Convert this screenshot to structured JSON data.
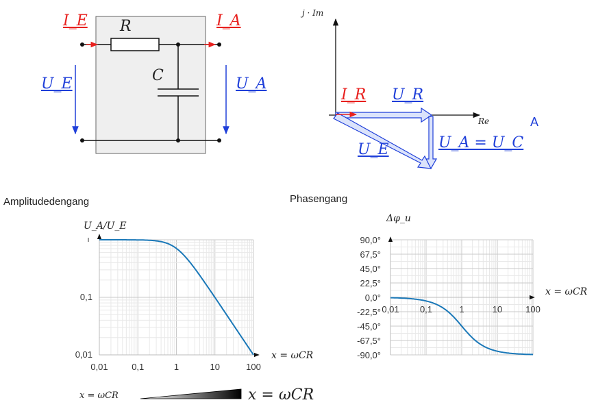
{
  "colors": {
    "current": "#e8201e",
    "voltage": "#1f3fd9",
    "curve": "#1a78b8",
    "box": "#efefef",
    "grid": "#d8d8d8"
  },
  "circuit": {
    "i_e": "I_E",
    "i_a": "I_A",
    "r": "R",
    "c": "C",
    "u_e": "U_E",
    "u_a": "U_A"
  },
  "phasor": {
    "y_axis": "j · Im",
    "x_axis": "Re",
    "i_r": "I_R",
    "u_r": "U_R",
    "u_e": "U_E",
    "u_a_eq": "U_A = U_C",
    "stray": "A"
  },
  "amplitude": {
    "title": "Amplitudedengang",
    "ylabel": "U_A/U_E",
    "xlabel": "x = ωCR"
  },
  "phase": {
    "title": "Phasengang",
    "ylabel": "Δφ_u",
    "xlabel": "x = ωCR"
  },
  "scale_bar": {
    "left": "x = ωCR",
    "right": "x = ωCR"
  },
  "chart_data": [
    {
      "type": "line",
      "title": "Amplitudedengang",
      "xlabel": "x = ωCR",
      "ylabel": "U_A/U_E",
      "xscale": "log",
      "yscale": "log",
      "xlim": [
        0.01,
        100
      ],
      "ylim": [
        0.01,
        1
      ],
      "x_ticks": [
        "0,01",
        "0,1",
        "1",
        "10",
        "100"
      ],
      "y_ticks": [
        "0,01",
        "0,1"
      ],
      "grid": true,
      "x": [
        0.01,
        0.03,
        0.1,
        0.3,
        1,
        3,
        10,
        30,
        100
      ],
      "values": [
        1.0,
        1.0,
        0.995,
        0.958,
        0.707,
        0.316,
        0.0995,
        0.0333,
        0.01
      ]
    },
    {
      "type": "line",
      "title": "Phasengang",
      "xlabel": "x = ωCR",
      "ylabel": "Δφ_u",
      "xscale": "log",
      "xlim": [
        0.01,
        100
      ],
      "ylim": [
        -90,
        90
      ],
      "x_ticks": [
        "0,01",
        "0,1",
        "1",
        "10",
        "100"
      ],
      "y_ticks": [
        "90,0°",
        "67,5°",
        "45,0°",
        "22,5°",
        "0,0°",
        "-22,5°",
        "-45,0°",
        "-67,5°",
        "-90,0°"
      ],
      "grid": true,
      "x": [
        0.01,
        0.03,
        0.1,
        0.3,
        1,
        3,
        10,
        30,
        100
      ],
      "values": [
        -0.6,
        -1.7,
        -5.7,
        -16.7,
        -45,
        -71.6,
        -84.3,
        -88.1,
        -89.4
      ]
    }
  ]
}
